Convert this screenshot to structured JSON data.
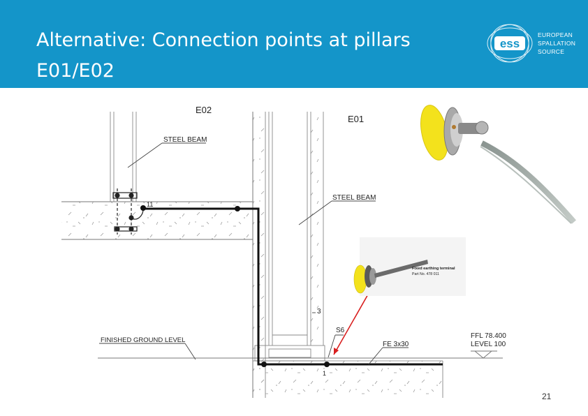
{
  "slide": {
    "title": "Alternative: Connection points at pillars\nE01/E02",
    "page_number": "21"
  },
  "logo": {
    "mark": "ess",
    "lines": [
      "EUROPEAN",
      "SPALLATION",
      "SOURCE"
    ]
  },
  "drawing": {
    "labels": {
      "e02": "E02",
      "e01": "E01",
      "steel_beam_left": "STEEL BEAM",
      "steel_beam_right": "STEEL BEAM",
      "point_11": "11",
      "point_3": "3",
      "s6": "S6",
      "fe": "FE 3x30",
      "finished_ground": "FINISHED GROUND LEVEL",
      "ffl_top": "FFL 78.400",
      "ffl_bottom": "LEVEL 100",
      "point_1": "1"
    },
    "terminal_label_line1": "Fixed earthing terminal",
    "terminal_label_line2": "Part No. 478 011"
  },
  "colors": {
    "header": "#1495c9",
    "disc_yellow": "#f3e21c",
    "arrow_red": "#d81e1e"
  }
}
